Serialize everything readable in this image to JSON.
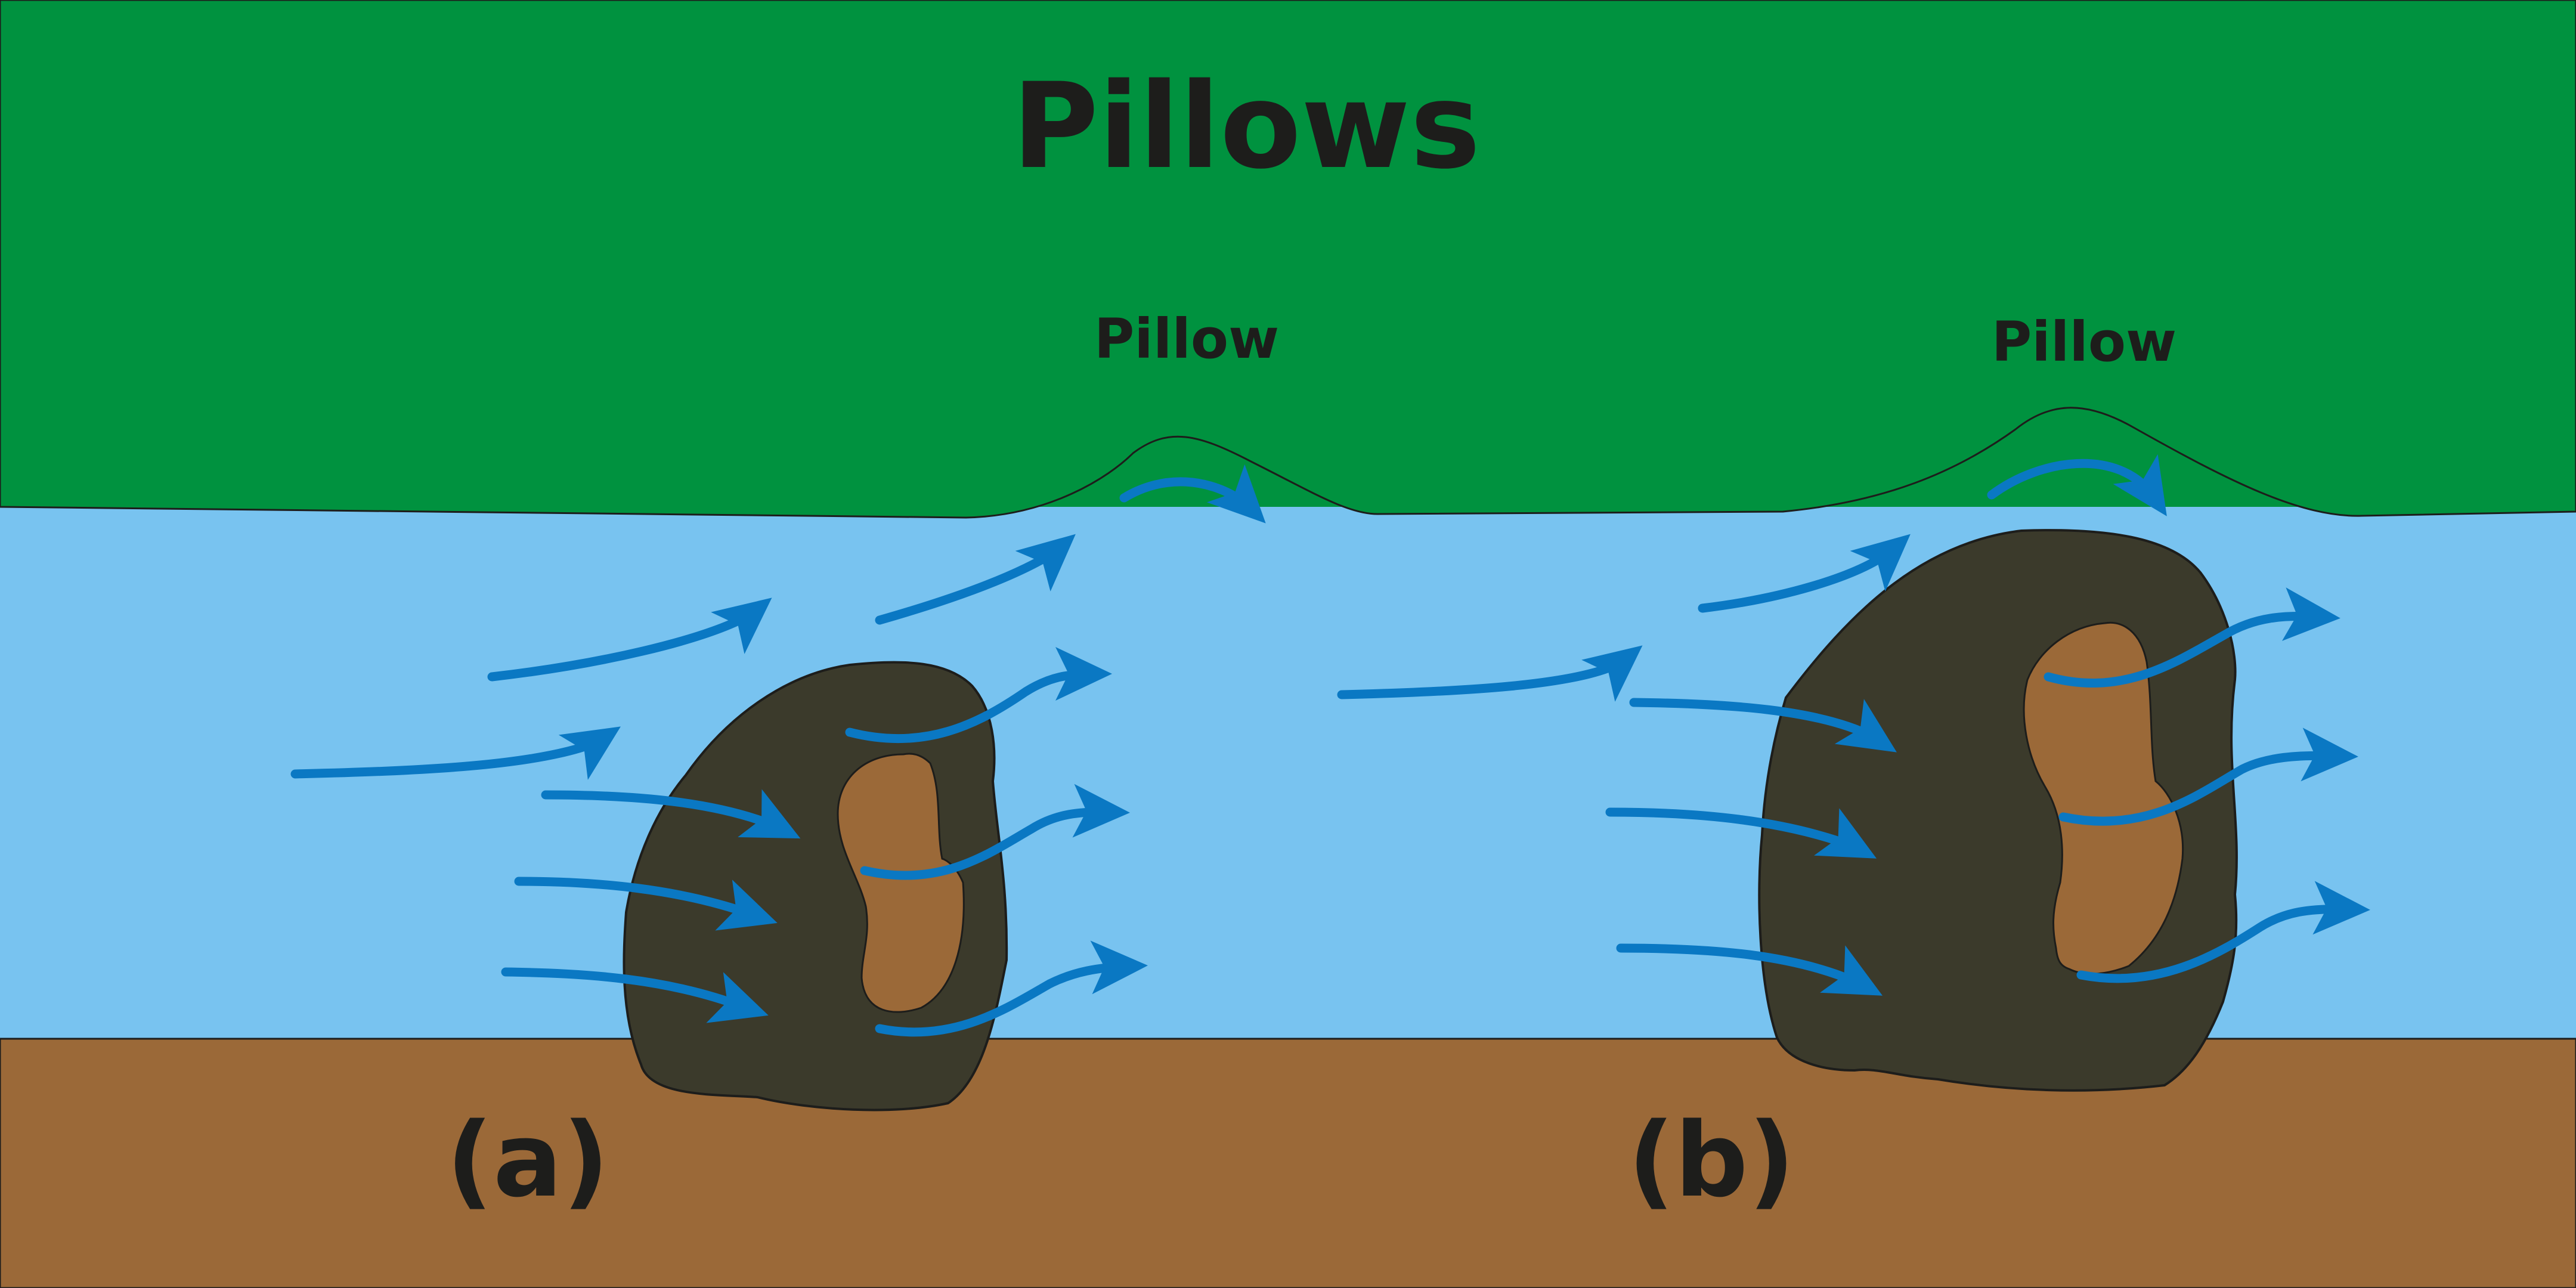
{
  "title": "Pillows",
  "pillow_labels": [
    "Pillow",
    "Pillow"
  ],
  "panel_labels": [
    "(a)",
    "(b)"
  ],
  "colors": {
    "sediment": "#9b6938",
    "water": "#78c3f0",
    "pillow_surface": "#00923f",
    "boulder": "#3b3a2b",
    "flow_arrow": "#0a78c3",
    "text": "#1d1d1b"
  }
}
